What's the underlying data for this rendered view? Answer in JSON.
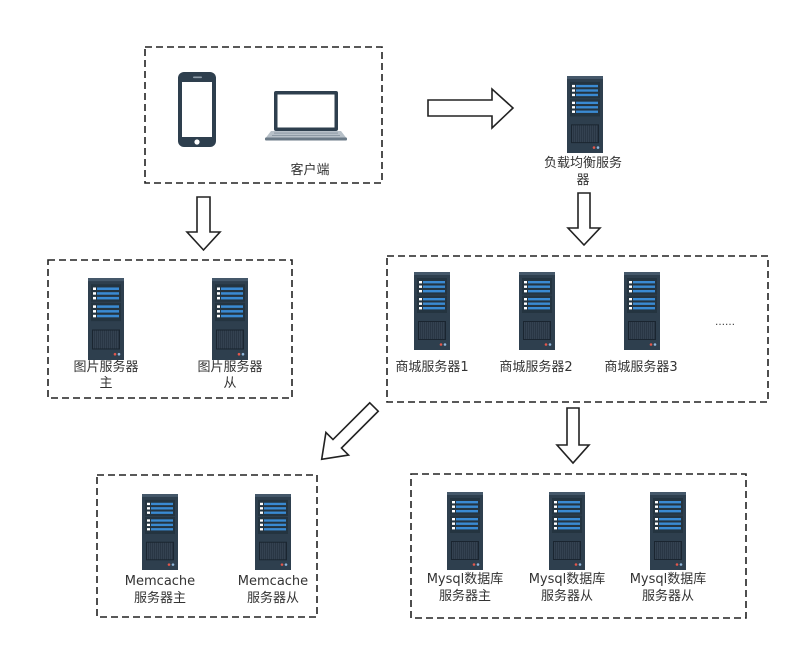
{
  "client": {
    "label": "客户端"
  },
  "load_balancer": {
    "label_line1": "负载均衡服务",
    "label_line2": "器"
  },
  "image_servers": [
    {
      "line1": "图片服务器",
      "line2": "主"
    },
    {
      "line1": "图片服务器",
      "line2": "从"
    }
  ],
  "mall_servers": [
    {
      "label": "商城服务器1"
    },
    {
      "label": "商城服务器2"
    },
    {
      "label": "商城服务器3"
    }
  ],
  "mall_more": "……",
  "memcache_servers": [
    {
      "line1": "Memcache",
      "line2": "服务器主"
    },
    {
      "line1": "Memcache",
      "line2": "服务器从"
    }
  ],
  "mysql_servers": [
    {
      "line1": "Mysql数据库",
      "line2": "服务器主"
    },
    {
      "line1": "Mysql数据库",
      "line2": "服务器从"
    },
    {
      "line1": "Mysql数据库",
      "line2": "服务器从"
    }
  ],
  "icons": {
    "client_devices": [
      "phone-icon",
      "laptop-icon"
    ],
    "server": "server-icon"
  },
  "colors": {
    "server_body": "#2e3f4e",
    "server_top": "#45586a",
    "server_panel": "#243440",
    "server_bar": "#3a8ad2",
    "server_led": "#ffffff",
    "server_grill": "#1a2530",
    "server_grill_line": "#4d6072",
    "status_red": "#e2574c",
    "status_blue": "#8fb6da",
    "device_body": "#2e3f4e",
    "line": "#222222"
  }
}
